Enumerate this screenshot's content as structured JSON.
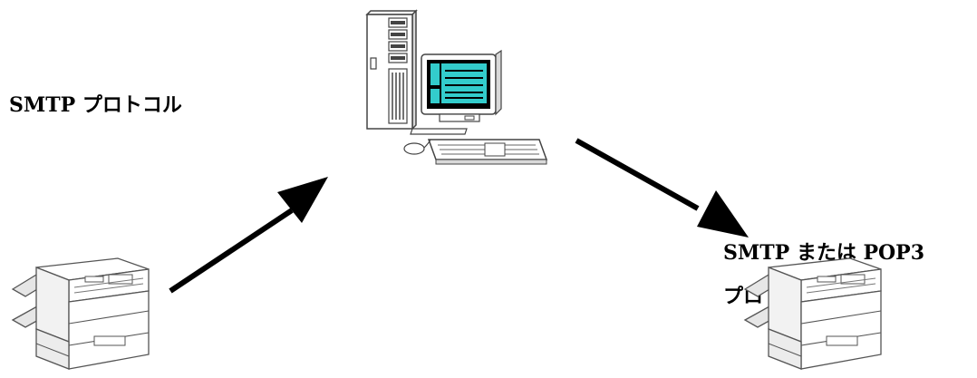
{
  "labels": {
    "sender_protocol": "SMTP プロトコル",
    "receiver_protocol_line1": "SMTP または POP3",
    "receiver_protocol_line2": "プロトコル"
  },
  "icons": {
    "server": "server-workstation-icon",
    "sender": "fax-machine-icon",
    "receiver": "fax-machine-icon"
  },
  "colors": {
    "arrow": "#000000",
    "screen": "#33cccc",
    "device_outline": "#6e6e6e"
  }
}
